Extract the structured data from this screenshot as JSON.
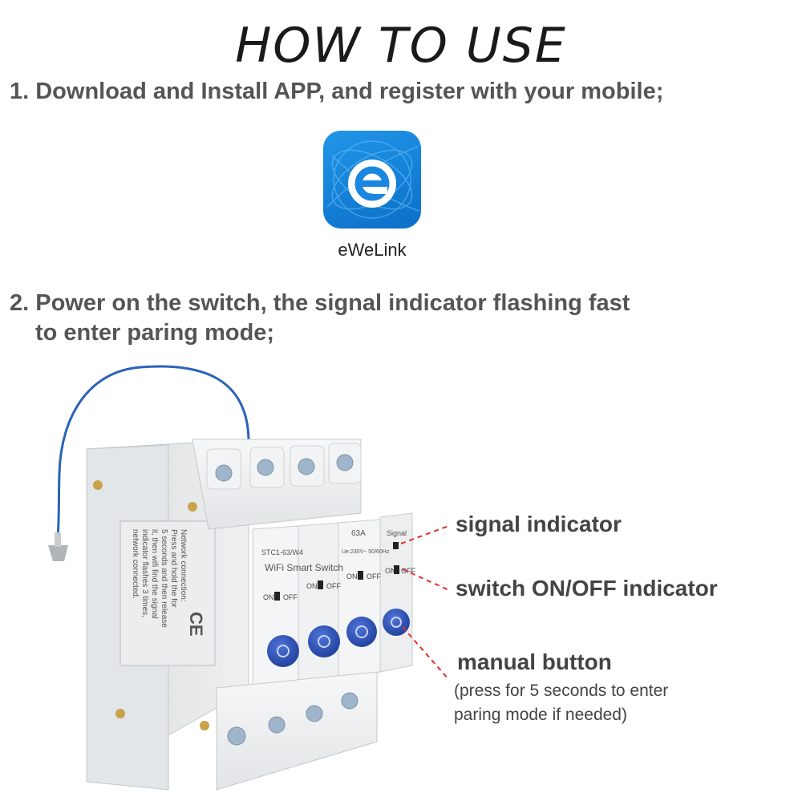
{
  "title": "HOW TO USE",
  "steps": {
    "step1": "1. Download and Install APP, and register with your mobile;",
    "step2_line1": "2. Power on the switch, the signal indicator flashing fast",
    "step2_line2": "to enter paring mode;"
  },
  "app": {
    "icon": "ewelink-app-icon",
    "name": "eWeLink",
    "color": "#1a86df"
  },
  "device": {
    "model_text": "STC1-63/W4",
    "product_text": "WiFi Smart Switch",
    "rating_text": "63A",
    "voltage_text": "Ue:230V~ 50/60Hz",
    "signal_label": "Signal",
    "on_label": "ON",
    "off_label": "OFF",
    "ce_mark": "CE",
    "side_label_lines": [
      "Network connection:",
      "Press and hold the  for",
      "5 seconds and then release",
      "it, then wifi find the signal",
      "indicator flashes 3 times,",
      "network connected."
    ]
  },
  "callouts": {
    "signal_indicator": "signal indicator",
    "switch_indicator": "switch ON/OFF indicator",
    "manual_button": "manual button",
    "manual_note_line1": "(press for 5 seconds to enter",
    "manual_note_line2": "paring mode if needed)",
    "line_color": "#e03030"
  }
}
